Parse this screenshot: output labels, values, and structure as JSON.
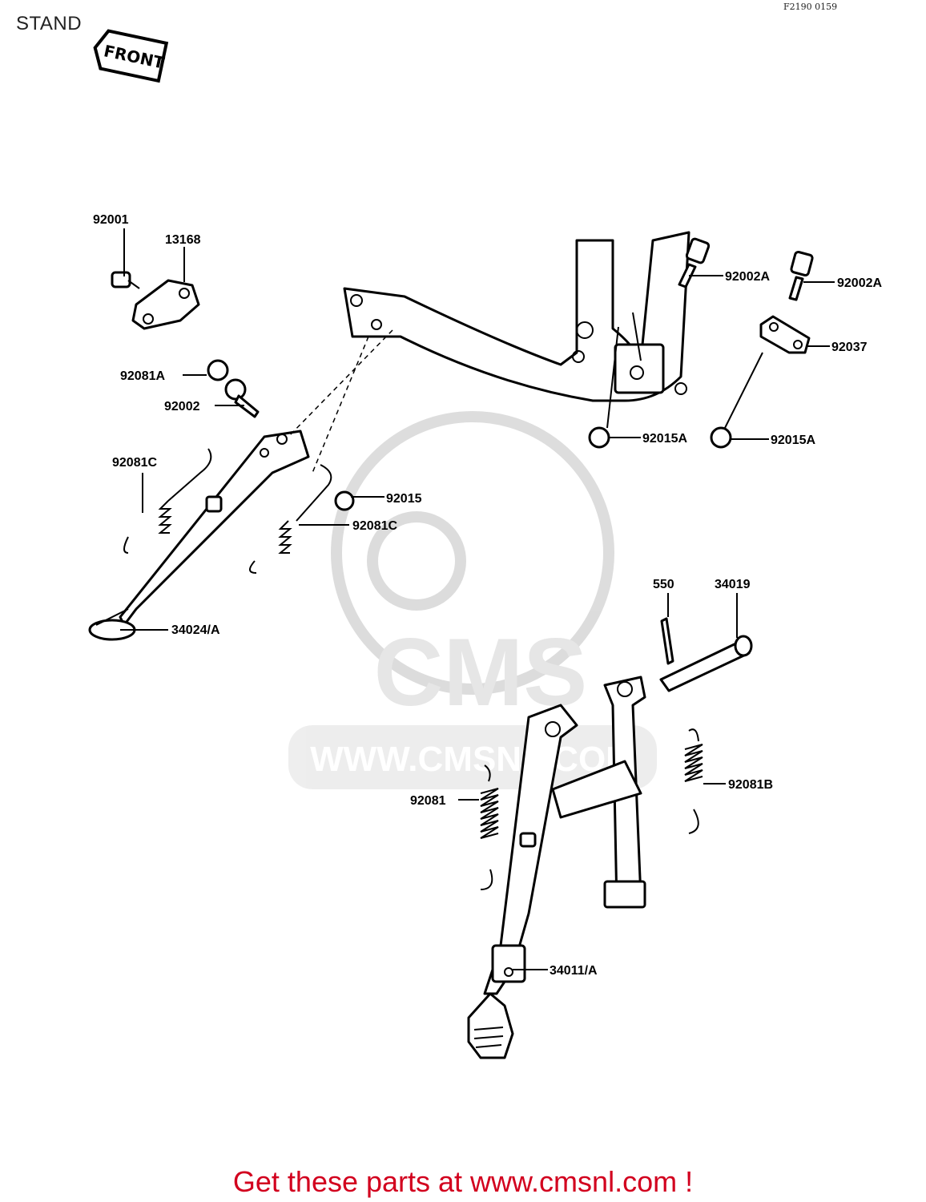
{
  "header": {
    "title": "STAND",
    "figure_code": "F2190 0159",
    "front_label": "FRONT"
  },
  "watermark": {
    "brand": "CMS",
    "url": "WWW.CMSNL.COM"
  },
  "callouts": [
    "92001",
    "13168",
    "92081A",
    "92002",
    "92081C",
    "92015",
    "92081C",
    "34024/A",
    "92002A",
    "92002A",
    "92037",
    "92015A",
    "92015A",
    "550",
    "34019",
    "92081",
    "92081B",
    "34011/A"
  ],
  "footer": {
    "text": "Get these parts at www.cmsnl.com !",
    "color": "#d2001e"
  }
}
